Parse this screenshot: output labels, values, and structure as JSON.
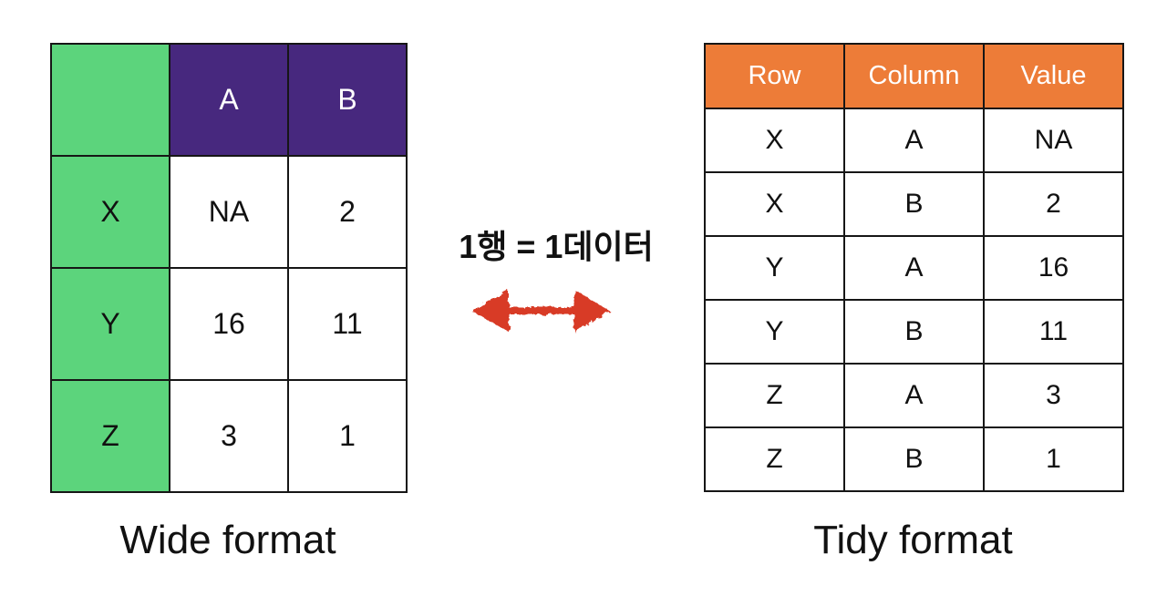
{
  "colors": {
    "green": "#5cd47c",
    "purple": "#47287e",
    "orange": "#ed7c38",
    "red": "#d83a28",
    "border": "#161616",
    "text": "#111111"
  },
  "relation": {
    "label": "1행 = 1데이터"
  },
  "wide_table": {
    "caption": "Wide format",
    "corner_label": "",
    "column_headers": [
      "A",
      "B"
    ],
    "rows": [
      {
        "label": "X",
        "values": [
          "NA",
          "2"
        ]
      },
      {
        "label": "Y",
        "values": [
          "16",
          "11"
        ]
      },
      {
        "label": "Z",
        "values": [
          "3",
          "1"
        ]
      }
    ]
  },
  "tidy_table": {
    "caption": "Tidy format",
    "column_headers": [
      "Row",
      "Column",
      "Value"
    ],
    "rows": [
      [
        "X",
        "A",
        "NA"
      ],
      [
        "X",
        "B",
        "2"
      ],
      [
        "Y",
        "A",
        "16"
      ],
      [
        "Y",
        "B",
        "11"
      ],
      [
        "Z",
        "A",
        "3"
      ],
      [
        "Z",
        "B",
        "1"
      ]
    ]
  }
}
